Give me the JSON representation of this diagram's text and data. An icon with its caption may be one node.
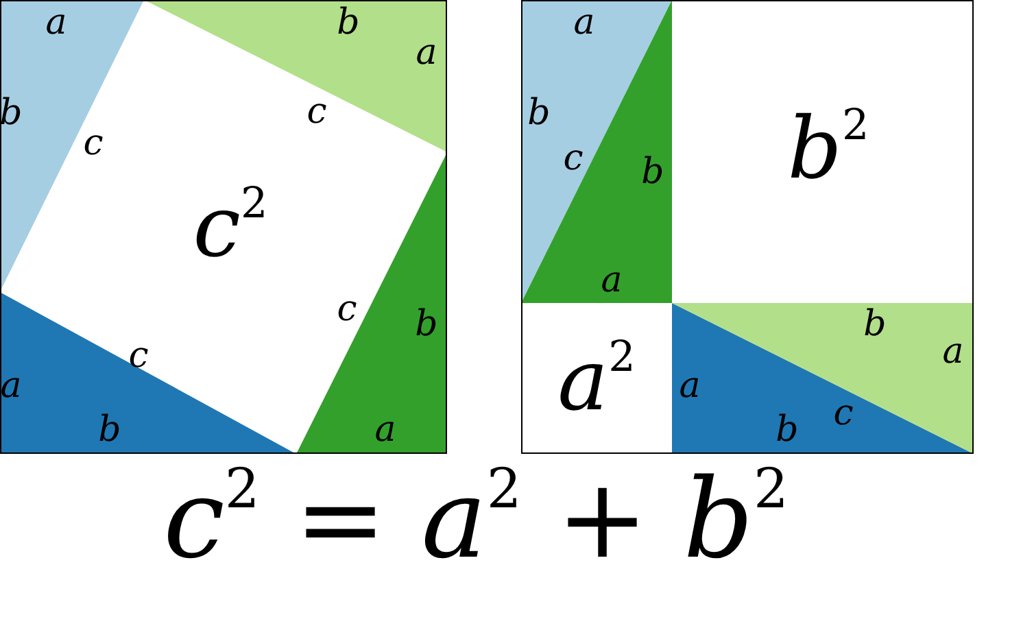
{
  "diagram": {
    "caption": "*c*$^{2}$ = *a*$^{2}$ + *b*$^{2}$",
    "nodes": [
      {
        "text": [
          "*c*$^{2}$"
        ]
      },
      {
        "text": [
          "*b*$^{2}$"
        ]
      },
      {
        "text": [
          "*a*$^{2}$"
        ]
      }
    ],
    "labels": [
      "a",
      "b",
      "a",
      "b",
      "c",
      "c",
      "c",
      "b",
      "c",
      "a",
      "b",
      "a",
      "a",
      "b",
      "c",
      "b",
      "a",
      "b",
      "a",
      "a",
      "c",
      "b"
    ]
  }
}
